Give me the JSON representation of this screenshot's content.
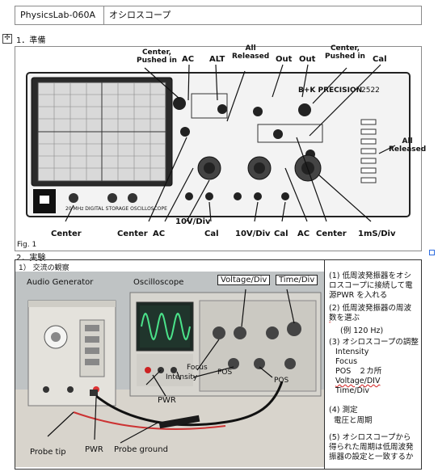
{
  "header": {
    "doc_id": "PhysicsLab-060A",
    "title": "オシロスコープ"
  },
  "section1": {
    "heading": "1．準備"
  },
  "figure1": {
    "caption": "Fig. 1",
    "brand": "B+K PRECISION",
    "model": "2522",
    "panel_text": "20 MHz DIGITAL STORAGE OSCILLOSCOPE",
    "labels_top": {
      "center_pushed_in_left": "Center,\nPushed in",
      "ac_top": "AC",
      "alt": "ALT",
      "all_released_top": "All\nReleased",
      "out1": "Out",
      "out2": "Out",
      "center_pushed_in_right": "Center,\nPushed in",
      "cal_top": "Cal"
    },
    "labels_bottom": {
      "center_left": "Center",
      "center_mid": "Center",
      "ac_bottom_left": "AC",
      "v10_left": "10V/Div",
      "cal_bottom_left": "Cal",
      "v10_right": "10V/Div",
      "cal_bottom_right": "Cal",
      "ac_bottom_right": "AC",
      "center_right": "Center",
      "time": "1mS/Div"
    },
    "label_all_released_right": "All\nReleased"
  },
  "section2": {
    "heading": "2．実験",
    "sub": "1） 交流の観察"
  },
  "photo": {
    "audio_generator": "Audio Generator",
    "oscilloscope": "Oscilloscope",
    "voltage_div": "Voltage/Div",
    "time_div": "Time/Div",
    "intensity": "Intensity",
    "focus": "Focus",
    "pos1": "POS",
    "pos2": "POS",
    "pwr_scope": "PWR",
    "probe_tip": "Probe tip",
    "pwr_gen": "PWR",
    "probe_ground": "Probe ground"
  },
  "steps": [
    "(1) 低周波発振器をオシロスコープに接続して電源PWR を入れる",
    "(2) 低周波発振器の周波数を選ぶ",
    "(例 120 Hz)",
    "(3) オシロスコープの調整",
    "Intensity",
    "Focus",
    "POS　２カ所",
    "Voltage/DIV",
    "Time/Div",
    "(4) 測定",
    "電圧と周期",
    "(5) オシロスコープから得られた周期は低周波発振器の設定と一致するか"
  ],
  "colors": {
    "border": "#8a8a8a",
    "accent_blue": "#2d6cdf",
    "wave_green": "#4be38a",
    "spell_red": "#d22020"
  }
}
